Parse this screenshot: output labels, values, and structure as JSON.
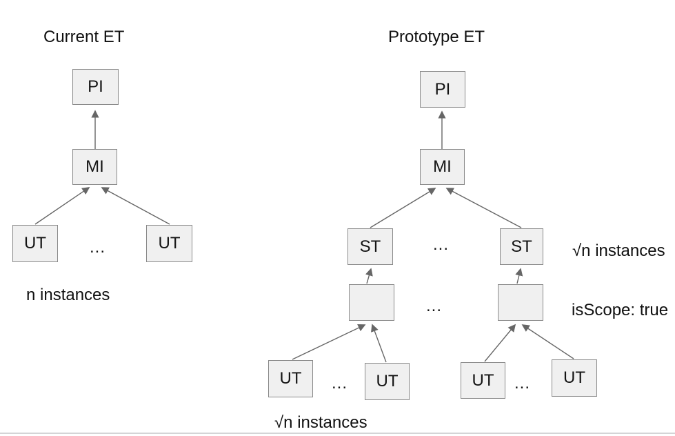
{
  "left_tree": {
    "title": "Current ET",
    "nodes": {
      "pi": "PI",
      "mi": "MI",
      "ut1": "UT",
      "ut2": "UT"
    },
    "ellipsis_ut": "...",
    "annotation_instances": "n instances"
  },
  "right_tree": {
    "title": "Prototype ET",
    "nodes": {
      "pi": "PI",
      "mi": "MI",
      "st1": "ST",
      "st2": "ST",
      "ut1": "UT",
      "ut2": "UT",
      "ut3": "UT",
      "ut4": "UT"
    },
    "ellipsis_st": "...",
    "ellipsis_scope": "...",
    "ellipsis_ut_left": "...",
    "ellipsis_ut_right": "...",
    "annotation_st": "√n instances",
    "annotation_scope": "isScope: true",
    "annotation_ut": "√n instances"
  },
  "colors": {
    "background": "#ffffff",
    "box_fill": "#f0f0f0",
    "box_border": "#898989",
    "edge_line": "#666666",
    "text": "#111111",
    "bottom_rule": "#d4d4d6"
  }
}
